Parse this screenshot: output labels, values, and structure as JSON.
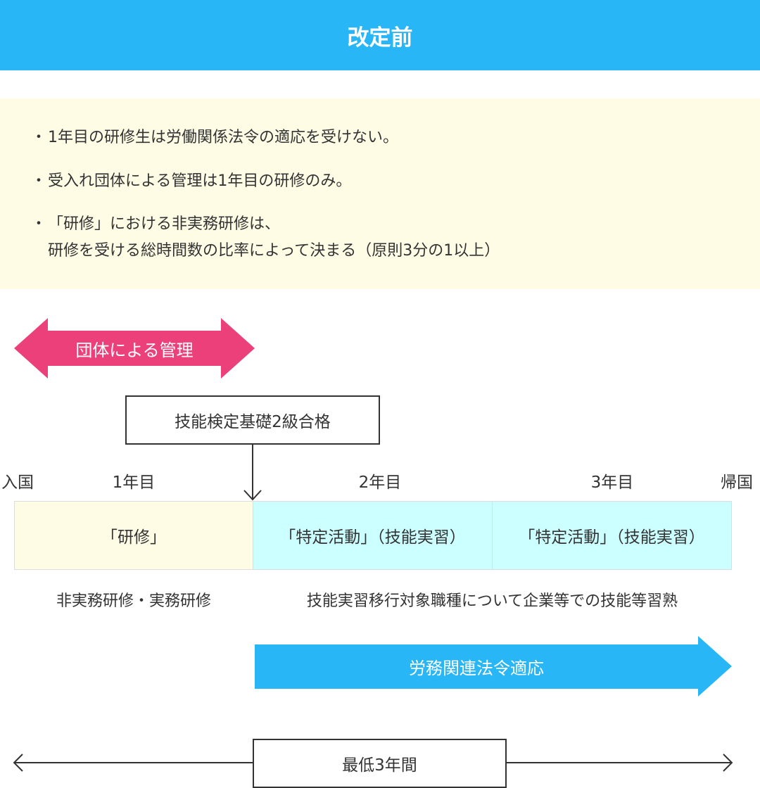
{
  "header": {
    "title": "改定前"
  },
  "notes": {
    "bullet": "・",
    "items": [
      "1年目の研修生は労働関係法令の適応を受けない。",
      "受入れ団体による管理は1年目の研修のみ。",
      "「研修」における非実務研修は、"
    ],
    "item3_continuation": "研修を受ける総時間数の比率によって決まる（原則3分の1以上）"
  },
  "timeline": {
    "management_arrow": "団体による管理",
    "exam_box": "技能検定基礎2級合格",
    "entry": "入国",
    "return": "帰国",
    "years": [
      "1年目",
      "2年目",
      "3年目"
    ],
    "periods": [
      "「研修」",
      "「特定活動」（技能実習）",
      "「特定活動」（技能実習）"
    ],
    "descriptions": [
      "非実務研修・実務研修",
      "技能実習移行対象職種について企業等での技能等習熟"
    ],
    "labor_law_arrow": "労務関連法令適応",
    "minimum_duration": "最低3年間"
  },
  "colors": {
    "header_bg": "#29b6f6",
    "notes_bg": "#fffce6",
    "management_arrow": "#ec407a",
    "labor_arrow": "#29b6f6",
    "period_training_bg": "#fffce6",
    "period_activity_bg": "#ccffff"
  }
}
